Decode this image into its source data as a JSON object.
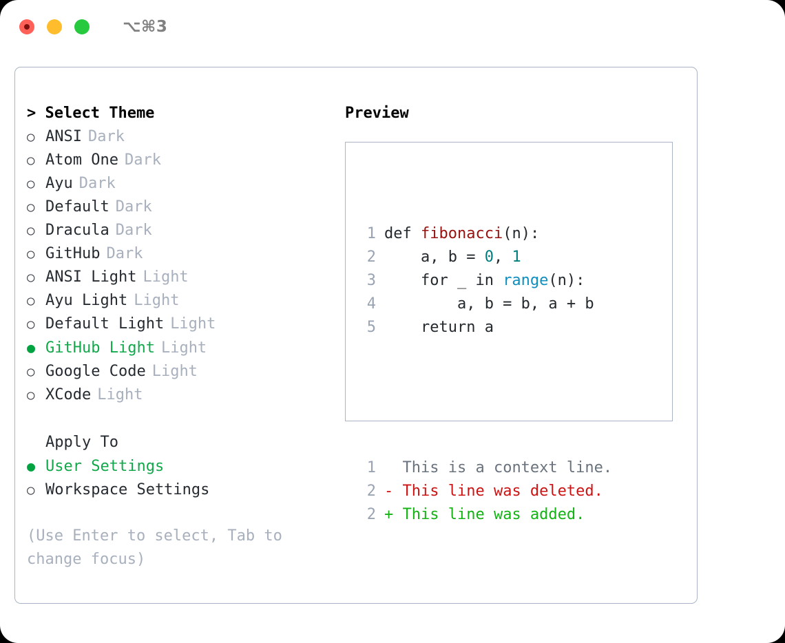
{
  "titlebar": {
    "title": "⌥⌘3",
    "lights": [
      "close",
      "minimize",
      "maximize"
    ]
  },
  "colors": {
    "accent_green": "#12a84b",
    "bullet_green": "#00a33f",
    "muted": "#a8b0bd",
    "border": "#aab4c4",
    "text": "#262b31",
    "diff_add": "#13b313",
    "diff_del": "#cc1414",
    "syntax_func": "#99110e",
    "syntax_num": "#007d7d",
    "syntax_builtin": "#0f8fc0"
  },
  "theme_list": {
    "header": "> Select Theme",
    "items": [
      {
        "bullet": "○",
        "name": "ANSI",
        "tag": "Dark",
        "selected": false
      },
      {
        "bullet": "○",
        "name": "Atom One",
        "tag": "Dark",
        "selected": false
      },
      {
        "bullet": "○",
        "name": "Ayu",
        "tag": "Dark",
        "selected": false
      },
      {
        "bullet": "○",
        "name": "Default",
        "tag": "Dark",
        "selected": false
      },
      {
        "bullet": "○",
        "name": "Dracula",
        "tag": "Dark",
        "selected": false
      },
      {
        "bullet": "○",
        "name": "GitHub",
        "tag": "Dark",
        "selected": false
      },
      {
        "bullet": "○",
        "name": "ANSI Light",
        "tag": "Light",
        "selected": false
      },
      {
        "bullet": "○",
        "name": "Ayu Light",
        "tag": "Light",
        "selected": false
      },
      {
        "bullet": "○",
        "name": "Default Light",
        "tag": "Light",
        "selected": false
      },
      {
        "bullet": "●",
        "name": "GitHub Light",
        "tag": "Light",
        "selected": true
      },
      {
        "bullet": "○",
        "name": "Google Code",
        "tag": "Light",
        "selected": false
      },
      {
        "bullet": "○",
        "name": "XCode",
        "tag": "Light",
        "selected": false
      }
    ]
  },
  "apply_to": {
    "label": "Apply To",
    "options": [
      {
        "bullet": "●",
        "name": "User Settings",
        "selected": true
      },
      {
        "bullet": "○",
        "name": "Workspace Settings",
        "selected": false
      }
    ]
  },
  "hint": "(Use Enter to select, Tab to change focus)",
  "preview": {
    "header": "Preview",
    "code_lines": [
      {
        "gutter": "1",
        "tokens": [
          {
            "t": "def ",
            "c": "code-text"
          },
          {
            "t": "fibonacci",
            "c": "tok-func"
          },
          {
            "t": "(n):",
            "c": "code-text"
          }
        ]
      },
      {
        "gutter": "2",
        "tokens": [
          {
            "t": "    a, b = ",
            "c": "code-text"
          },
          {
            "t": "0",
            "c": "tok-num"
          },
          {
            "t": ", ",
            "c": "code-text"
          },
          {
            "t": "1",
            "c": "tok-num"
          }
        ]
      },
      {
        "gutter": "3",
        "tokens": [
          {
            "t": "    for _ in ",
            "c": "code-text"
          },
          {
            "t": "range",
            "c": "tok-builtin"
          },
          {
            "t": "(n):",
            "c": "code-text"
          }
        ]
      },
      {
        "gutter": "4",
        "tokens": [
          {
            "t": "        a, b = b, a + b",
            "c": "code-text"
          }
        ]
      },
      {
        "gutter": "5",
        "tokens": [
          {
            "t": "    return a",
            "c": "code-text"
          }
        ]
      }
    ],
    "diff_lines": [
      {
        "gutter": "1",
        "marker": "  ",
        "text": "This is a context line.",
        "cls": "diff-ctx"
      },
      {
        "gutter": "2",
        "marker": "- ",
        "text": "This line was deleted.",
        "cls": "diff-del"
      },
      {
        "gutter": "2",
        "marker": "+ ",
        "text": "This line was added.",
        "cls": "diff-add"
      }
    ]
  }
}
